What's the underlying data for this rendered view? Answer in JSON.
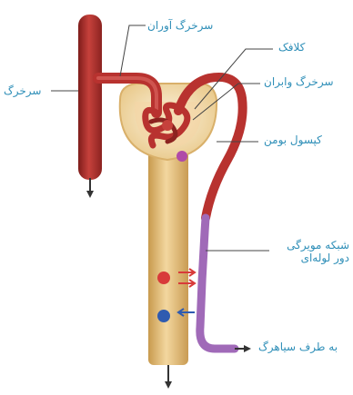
{
  "labels": {
    "afferent_arteriole": "سرخرگ آوران",
    "artery": "سرخرگ",
    "glomerulus": "کلافک",
    "efferent_arteriole": "سرخرگ وابران",
    "bowman_capsule": "کپسول بومن",
    "peritubular_capillaries": "شبکه مویرگی دور لوله‌ای",
    "to_vein": "به طرف سیاهرگ"
  },
  "colors": {
    "artery": "#b8322f",
    "artery_dark": "#7e1c1a",
    "tubule": "#e6bd73",
    "tubule_light": "#f5dcaa",
    "capsule": "#f6e7c8",
    "venous": "#b790c8",
    "label": "#2f8fb8",
    "red_dot": "#d83a3a",
    "blue_dot": "#2f5bb0",
    "purple_dot": "#b04aa8"
  }
}
